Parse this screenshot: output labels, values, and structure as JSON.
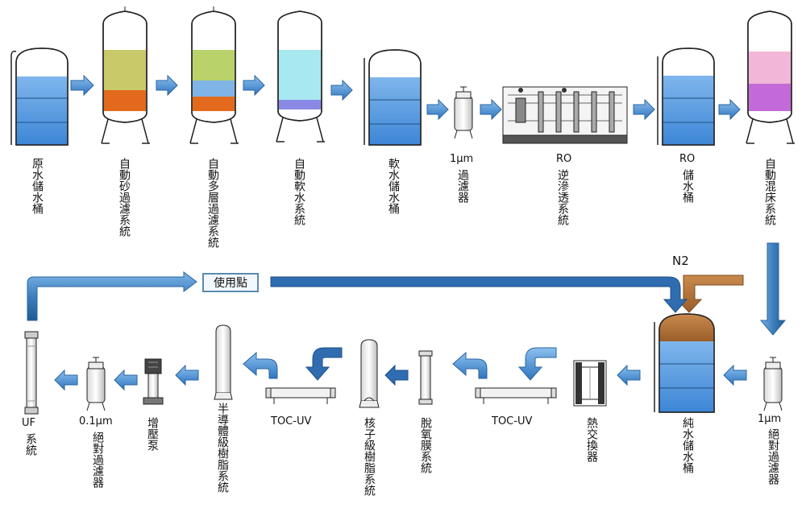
{
  "labels": {
    "raw_tank": "原水儲水桶",
    "sand_filter": "自動砂過濾系統",
    "multi_filter": "自動多層過濾系統",
    "softener": "自動軟水系統",
    "soft_tank": "軟水儲水桶",
    "filter_1um_top_a": "1μm",
    "filter_1um_top_b": "過濾器",
    "ro_a": "RO",
    "ro_b": "逆滲透系統",
    "ro_tank_a": "RO",
    "ro_tank_b": "儲水桶",
    "mixed_bed": "自動混床系統",
    "abs_filter_1um_a": "1μm",
    "abs_filter_1um_b": "絕對過濾器",
    "pure_tank": "純水儲水桶",
    "heat_exchanger": "熱交換器",
    "toc_uv_right": "TOC-UV",
    "degas": "脫氧膜系統",
    "nuclear_resin": "核子級樹脂系統",
    "toc_uv_left": "TOC-UV",
    "semi_resin": "半導體級樹脂系統",
    "pump": "增壓泵",
    "abs_filter_01_a": "0.1μm",
    "abs_filter_01_b": "絕對過濾器",
    "uf_a": "UF",
    "uf_b": "系統",
    "use_point": "使用點",
    "n2": "N2"
  },
  "colors": {
    "pipe_blue": "#3f7fbf",
    "n2_brown": "#b8763a",
    "water": "#4a90d9"
  }
}
